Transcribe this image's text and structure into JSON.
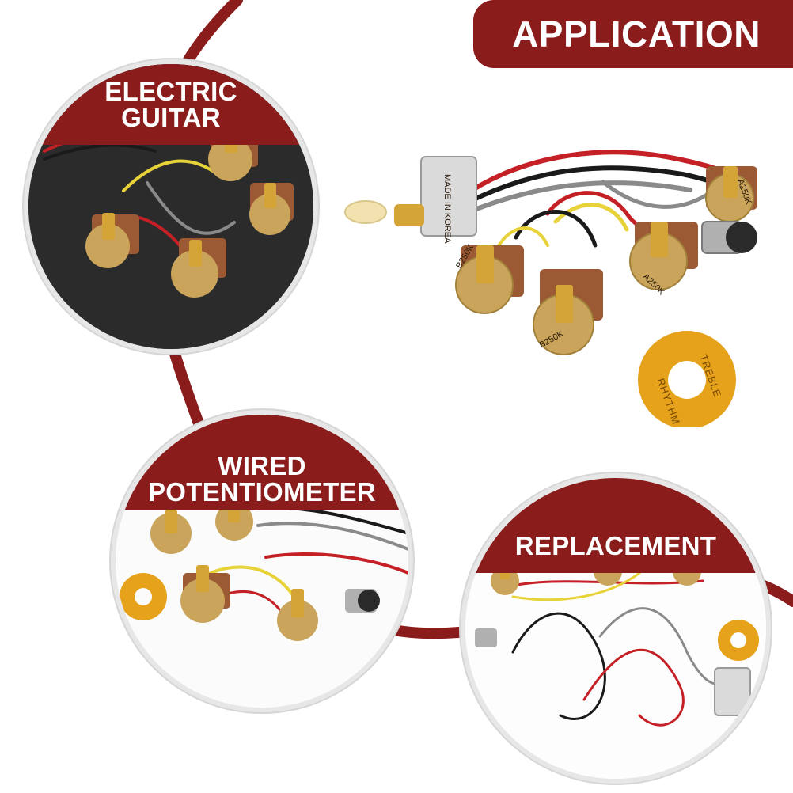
{
  "colors": {
    "accent": "#8b1c1c",
    "swoosh": "#8b1c1c",
    "gold": "#d4a437",
    "brown_board": "#9c5a34"
  },
  "banner": {
    "text": "APPLICATION"
  },
  "circles": {
    "guitar": {
      "label_line1": "ELECTRIC",
      "label_line2": "GUITAR"
    },
    "wired": {
      "label_line1": "WIRED",
      "label_line2": "POTENTIOMETER"
    },
    "replacement": {
      "label": "REPLACEMENT"
    }
  },
  "product": {
    "ring_labels": {
      "top": "TREBLE",
      "bottom": "RHYTHM"
    },
    "pot_markings": [
      "B250K",
      "B250K",
      "A250K",
      "A250K"
    ],
    "switch_marking": "MADE IN KOREA"
  },
  "icons": {
    "potentiometer": "potentiometer-icon",
    "toggle_switch": "toggle-switch-icon",
    "jack": "output-jack-icon",
    "washer_ring": "rhythm-treble-ring-icon"
  }
}
